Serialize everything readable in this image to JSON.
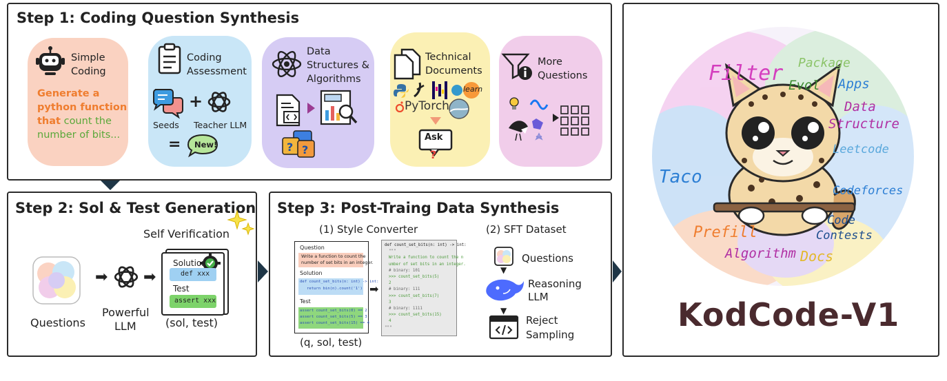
{
  "step1": {
    "title": "Step 1: Coding Question Synthesis",
    "simple": {
      "label_line1": "Simple",
      "label_line2": "Coding",
      "example_line1": "Generate a",
      "example_line2": "python function",
      "example_line3_bold": "that",
      "example_line3_rest": " count the",
      "example_line4": "number of bits..."
    },
    "assessment": {
      "label_line1": "Coding",
      "label_line2": "Assessment",
      "seeds": "Seeds",
      "plus": "+",
      "teacher": "Teacher LLM",
      "equals": "=",
      "new": "New!"
    },
    "dsa": {
      "label_line1": "Data",
      "label_line2": "Structures &",
      "label_line3": "Algorithms"
    },
    "docs": {
      "label_line1": "Technical",
      "label_line2": "Documents",
      "pytorch": "PyTorch",
      "learn": "learn",
      "ask": "Ask"
    },
    "more": {
      "label_line1": "More",
      "label_line2": "Questions"
    }
  },
  "step2": {
    "title": "Step 2: Sol & Test Generation",
    "self_verification": "Self Verification",
    "questions": "Questions",
    "llm_line1": "Powerful",
    "llm_line2": "LLM",
    "solution": "Solution",
    "def_xxx": "def xxx",
    "test": "Test",
    "assert_xxx": "assert xxx",
    "sol_test": "(sol, test)"
  },
  "step3": {
    "title": "Step 3: Post-Traing Data Synthesis",
    "style_converter": "(1) Style Converter",
    "sft_dataset": "(2) SFT Dataset",
    "card": {
      "question": "Question",
      "q_line1": "Write a function to count the",
      "q_line2": "number of set bits in an integer.",
      "solution": "Solution",
      "s_line1": "def count_set_bits(n: int) -> int:",
      "s_line2": "return bin(n).count('1')",
      "test": "Test",
      "t_line1": "assert count_set_bits(0) == 2",
      "t_line2": "assert count_set_bits(5) == 3",
      "t_line3": "assert count_set_bits(15) == 4"
    },
    "converted": [
      "def count_set_bits(n: int) -> int:",
      "\"\"\"",
      "Write a function to count the n",
      "umber of set bits in an integer.",
      "# binary: 101",
      ">>> count_set_bits(5)",
      "2",
      "# binary: 111",
      ">>> count_set_bits(7)",
      "3",
      "# binary: 1111",
      ">>> count_set_bits(15)",
      "4",
      "\"\"\""
    ],
    "q_sol_test": "(q, sol, test)",
    "sft_questions": "Questions",
    "reasoning_line1": "Reasoning",
    "reasoning_line2": "LLM",
    "reject_line1": "Reject",
    "reject_line2": "Sampling"
  },
  "kodcode": {
    "title": "KodCode-V1",
    "words": {
      "filter": "Filter",
      "package": "Package",
      "evol": "Evol",
      "apps": "Apps",
      "data": "Data",
      "structure": "Structure",
      "leetcode": "Leetcode",
      "taco": "Taco",
      "codeforces": "Codeforces",
      "code": "Code",
      "contests": "Contests",
      "prefill": "Prefill",
      "algorithm": "Algorithm",
      "docs": "Docs"
    }
  },
  "colors": {
    "peach": "#fad2c1",
    "sky": "#c9e6f7",
    "lavender": "#d6ccf4",
    "lemon": "#fbf0b4",
    "pink": "#f1cdea",
    "orange_text": "#ef7d2f",
    "green_text": "#5aa83a"
  }
}
